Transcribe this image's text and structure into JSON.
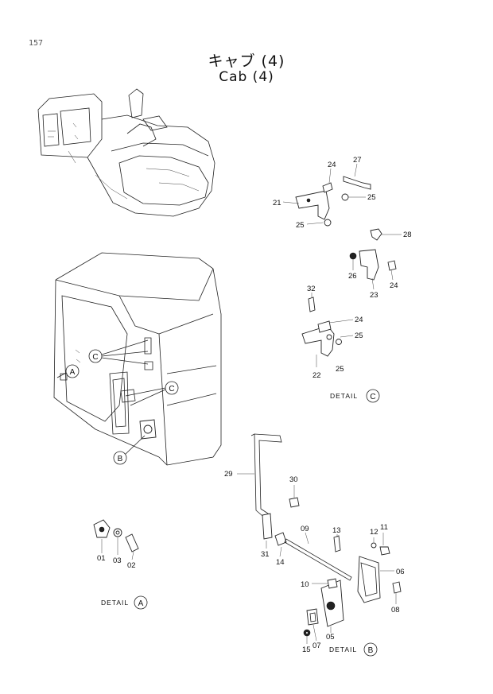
{
  "page_number": "157",
  "title_jp": "キャブ (4)",
  "title_en": "Cab (4)",
  "callouts": {
    "c1": "C",
    "c2": "C",
    "a": "A",
    "b": "B"
  },
  "part_labels": {
    "p01": "01",
    "p02": "02",
    "p03": "03",
    "p05": "05",
    "p06": "06",
    "p07": "07",
    "p08": "08",
    "p09": "09",
    "p10": "10",
    "p11": "11",
    "p12": "12",
    "p13": "13",
    "p14": "14",
    "p15": "15",
    "p21": "21",
    "p22": "22",
    "p23": "23",
    "p24a": "24",
    "p24b": "24",
    "p24c": "24",
    "p25a": "25",
    "p25b": "25",
    "p25c": "25",
    "p25d": "25",
    "p26": "26",
    "p27": "27",
    "p28": "28",
    "p29": "29",
    "p30": "30",
    "p31": "31",
    "p32": "32"
  },
  "details": {
    "detail_c": {
      "word": "DETAIL",
      "letter": "C"
    },
    "detail_a": {
      "word": "DETAIL",
      "letter": "A"
    },
    "detail_b": {
      "word": "DETAIL",
      "letter": "B"
    }
  }
}
